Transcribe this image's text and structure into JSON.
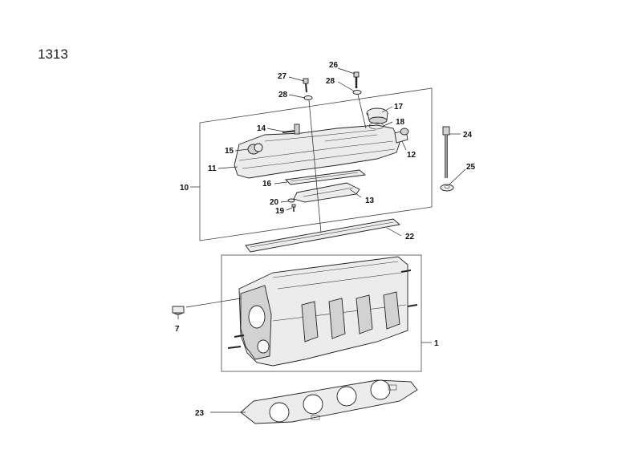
{
  "sheet_number": "1313",
  "callouts": {
    "c1": "1",
    "c7": "7",
    "c10": "10",
    "c11": "11",
    "c12": "12",
    "c13": "13",
    "c14": "14",
    "c15": "15",
    "c16": "16",
    "c17": "17",
    "c18": "18",
    "c19": "19",
    "c20": "20",
    "c22": "22",
    "c23": "23",
    "c24": "24",
    "c25": "25",
    "c26": "26",
    "c27": "27",
    "c28a": "28",
    "c28b": "28"
  }
}
